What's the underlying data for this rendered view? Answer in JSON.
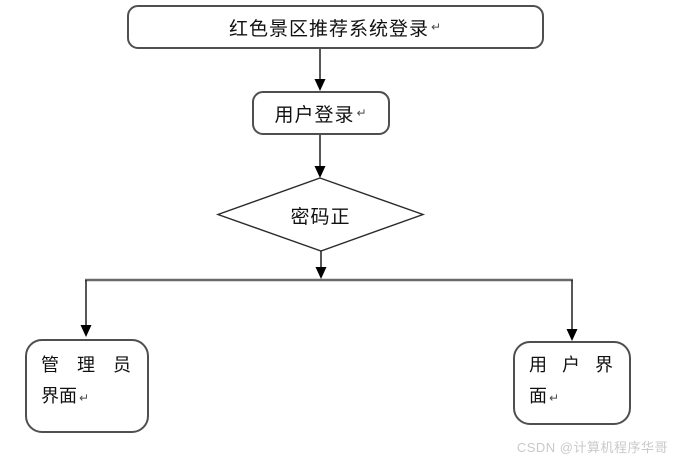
{
  "diagram": {
    "title_box": {
      "label": "红色景区推荐系统登录",
      "return_mark": "↵"
    },
    "login_box": {
      "label": "用户登录",
      "return_mark": "↵"
    },
    "decision": {
      "label": "密码正"
    },
    "admin_box": {
      "line1": "管 理 员",
      "line2": "界面",
      "return_mark": "↵"
    },
    "user_box": {
      "line1": "用 户 界",
      "line2": "面",
      "return_mark": "↵"
    }
  },
  "watermark": {
    "text": "CSDN @计算机程序华哥"
  },
  "colors": {
    "background": "#ffffff",
    "box_border": "#4f4f4f",
    "connector_line": "#1f1f1f",
    "branch_line": "#6a6a6a",
    "text": "#111111",
    "watermark_text": "#c9c9c9"
  }
}
